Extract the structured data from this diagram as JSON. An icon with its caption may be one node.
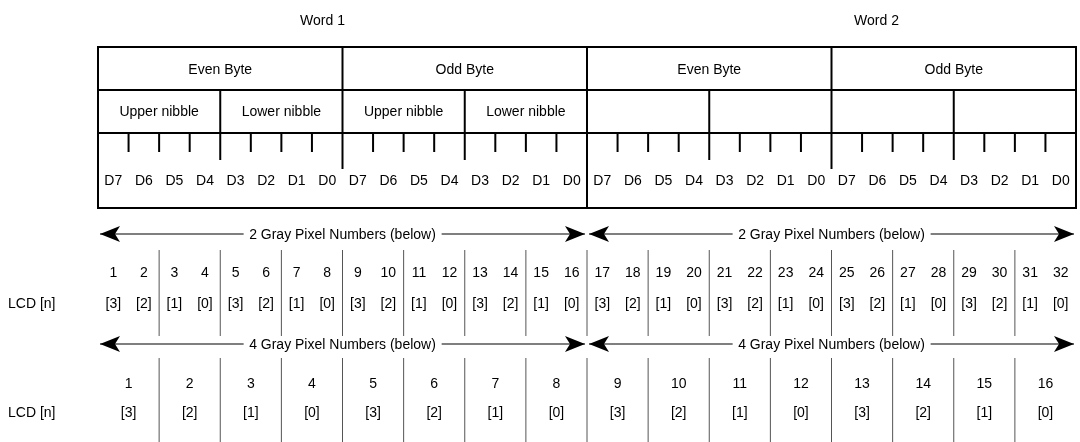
{
  "diagram": {
    "labels": [
      "Word 1",
      "Word 2",
      "Even Byte",
      "Odd Byte",
      "Even Byte",
      "Odd Byte",
      "Upper nibble",
      "Lower nibble",
      "Upper nibble",
      "Lower nibble",
      "D7",
      "D6",
      "D5",
      "D4",
      "D3",
      "D2",
      "D1",
      "D0",
      "D7",
      "D6",
      "D5",
      "D4",
      "D3",
      "D2",
      "D1",
      "D0",
      "D7",
      "D6",
      "D5",
      "D4",
      "D3",
      "D2",
      "D1",
      "D0",
      "D7",
      "D6",
      "D5",
      "D4",
      "D3",
      "D2",
      "D1",
      "D0",
      "2 Gray Pixel Numbers (below)",
      "2 Gray Pixel Numbers (below)",
      "1",
      "2",
      "3",
      "4",
      "5",
      "6",
      "7",
      "8",
      "9",
      "10",
      "11",
      "12",
      "13",
      "14",
      "15",
      "16",
      "17",
      "18",
      "19",
      "20",
      "21",
      "22",
      "23",
      "24",
      "25",
      "26",
      "27",
      "28",
      "29",
      "30",
      "31",
      "32",
      "LCD [n]",
      "[3]",
      "[2]",
      "[1]",
      "[0]",
      "[3]",
      "[2]",
      "[1]",
      "[0]",
      "[3]",
      "[2]",
      "[1]",
      "[0]",
      "[3]",
      "[2]",
      "[1]",
      "[0]",
      "[3]",
      "[2]",
      "[1]",
      "[0]",
      "[3]",
      "[2]",
      "[1]",
      "[0]",
      "[3]",
      "[2]",
      "[1]",
      "[0]",
      "[3]",
      "[2]",
      "[1]",
      "[0]",
      "4 Gray Pixel Numbers (below)",
      "4 Gray Pixel Numbers (below)",
      "1",
      "2",
      "3",
      "4",
      "5",
      "6",
      "7",
      "8",
      "9",
      "10",
      "11",
      "12",
      "13",
      "14",
      "15",
      "16",
      "LCD [n]",
      "[3]",
      "[2]",
      "[1]",
      "[0]",
      "[3]",
      "[2]",
      "[1]",
      "[0]",
      "[3]",
      "[2]",
      "[1]",
      "[0]",
      "[3]",
      "[2]",
      "[1]",
      "[0]"
    ]
  }
}
